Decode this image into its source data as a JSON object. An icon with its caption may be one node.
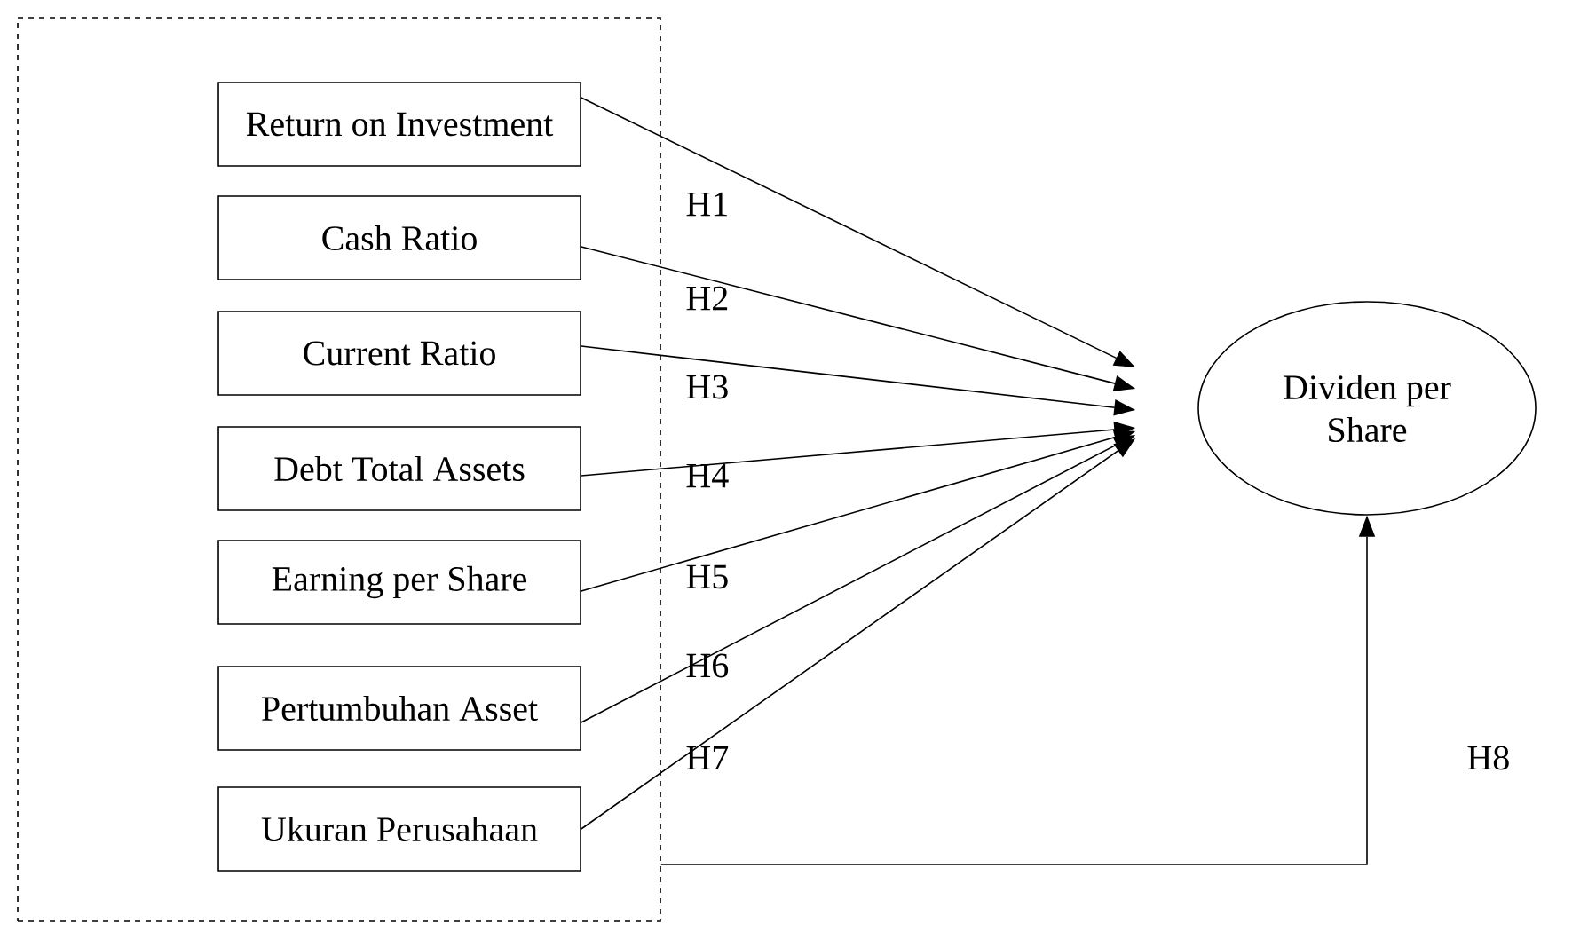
{
  "diagram": {
    "nodes": [
      {
        "text": [],
        "shape": "box"
      },
      {
        "text": [
          "Return on Investment"
        ],
        "in": 0
      },
      {
        "text": [
          "Cash Ratio"
        ],
        "in": 0
      },
      {
        "text": [
          "Current Ratio"
        ],
        "in": 0
      },
      {
        "text": [
          "Debt Total Assets"
        ],
        "in": 0
      },
      {
        "text": [
          "Earning per Share"
        ],
        "in": 0
      },
      {
        "text": [
          "Pertumbuhan Asset"
        ],
        "in": 0
      },
      {
        "text": [
          "Ukuran Perusahaan"
        ],
        "in": 0
      },
      {
        "text": [
          "Dividen per Share"
        ]
      }
    ],
    "edges": [
      {
        "from": 1,
        "to": 8,
        "arrow": "to",
        "label": "H1"
      },
      {
        "from": 2,
        "to": 8,
        "arrow": "to",
        "label": "H2"
      },
      {
        "from": 3,
        "to": 8,
        "arrow": "to",
        "label": "H3"
      },
      {
        "from": 4,
        "to": 8,
        "arrow": "to",
        "label": "H4"
      },
      {
        "from": 5,
        "to": 8,
        "arrow": "to",
        "label": "H5"
      },
      {
        "from": 6,
        "to": 8,
        "arrow": "to",
        "label": "H6"
      },
      {
        "from": 7,
        "to": 8,
        "arrow": "to",
        "label": "H7"
      },
      {
        "from": 0,
        "to": 8,
        "arrow": "to",
        "label": "H8"
      }
    ]
  }
}
